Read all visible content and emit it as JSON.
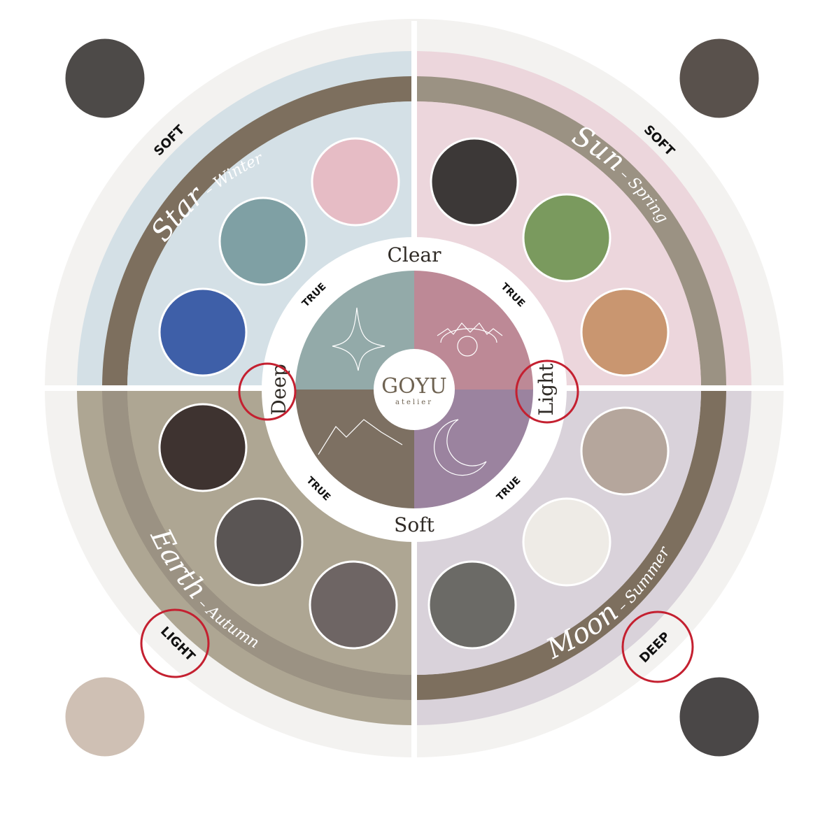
{
  "brand": {
    "name": "GOYU",
    "sub": "atelier"
  },
  "axis": {
    "top": "Clear",
    "bottom": "Soft",
    "left": "Deep",
    "right": "Light"
  },
  "true_label": "TRUE",
  "seasons": {
    "winter": {
      "main": "Star",
      "sep": " – ",
      "season": "Winter"
    },
    "spring": {
      "main": "Sun",
      "sep": " – ",
      "season": "Spring"
    },
    "autumn": {
      "main": "Earth",
      "sep": " – ",
      "season": "Autumn"
    },
    "summer": {
      "main": "Moon",
      "sep": " – ",
      "season": "Summer"
    }
  },
  "corner_labels": {
    "top_left": "SOFT",
    "top_right": "SOFT",
    "bottom_left": "LIGHT",
    "bottom_right": "DEEP"
  },
  "colors": {
    "winter_bg": "#d4e0e6",
    "spring_bg": "#ecd6dc",
    "autumn_bg": "#aea693",
    "summer_bg": "#d9d2da",
    "band": "#7d6f5e",
    "band_light": "#9b9283",
    "outer_ring": "#f3f2f0",
    "core_winter": "#93aaa9",
    "core_spring": "#bd8996",
    "core_autumn": "#7d7062",
    "core_summer": "#9b839f",
    "highlight_circle": "#c42030"
  }
}
